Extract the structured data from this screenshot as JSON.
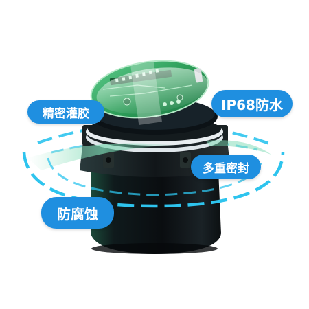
{
  "labels": {
    "precision_potting": "精密灌胶",
    "ip68_waterproof": "IP68防水",
    "multi_seal": "多重密封",
    "anti_corrosion": "防腐蚀"
  },
  "colors": {
    "bubble": "#1f8fe0",
    "ring": "#2ec4ee",
    "body": "#0e1318",
    "pcb": "#2fae5e"
  }
}
